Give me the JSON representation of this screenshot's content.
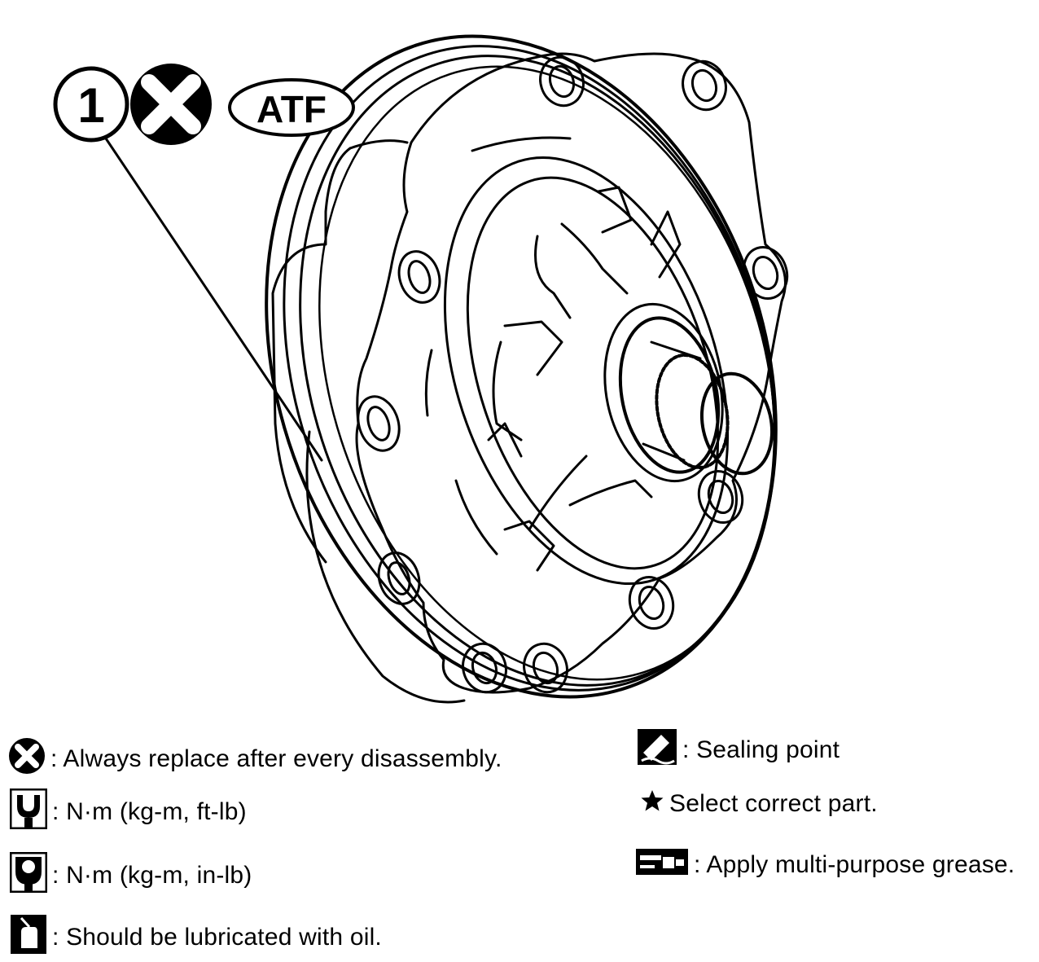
{
  "callout": {
    "number": "1",
    "fluid_badge": "ATF"
  },
  "legend": {
    "replace": {
      "icon": "x-circle-icon",
      "text": ": Always replace after every disassembly."
    },
    "torque_ft": {
      "icon": "torque-wrench-icon",
      "text": ": N·m (kg-m, ft-lb)"
    },
    "torque_in": {
      "icon": "torque-wrench-inlb-icon",
      "text": ": N·m (kg-m, in-lb)"
    },
    "oil": {
      "icon": "oil-can-icon",
      "text": ": Should be lubricated with oil."
    },
    "sealing": {
      "icon": "sealant-tube-icon",
      "text": ": Sealing point"
    },
    "select": {
      "icon": "star-icon",
      "text": "Select correct part."
    },
    "grease": {
      "icon": "grease-gun-icon",
      "text": ": Apply multi-purpose grease."
    }
  },
  "colors": {
    "ink": "#000000",
    "paper": "#ffffff"
  }
}
